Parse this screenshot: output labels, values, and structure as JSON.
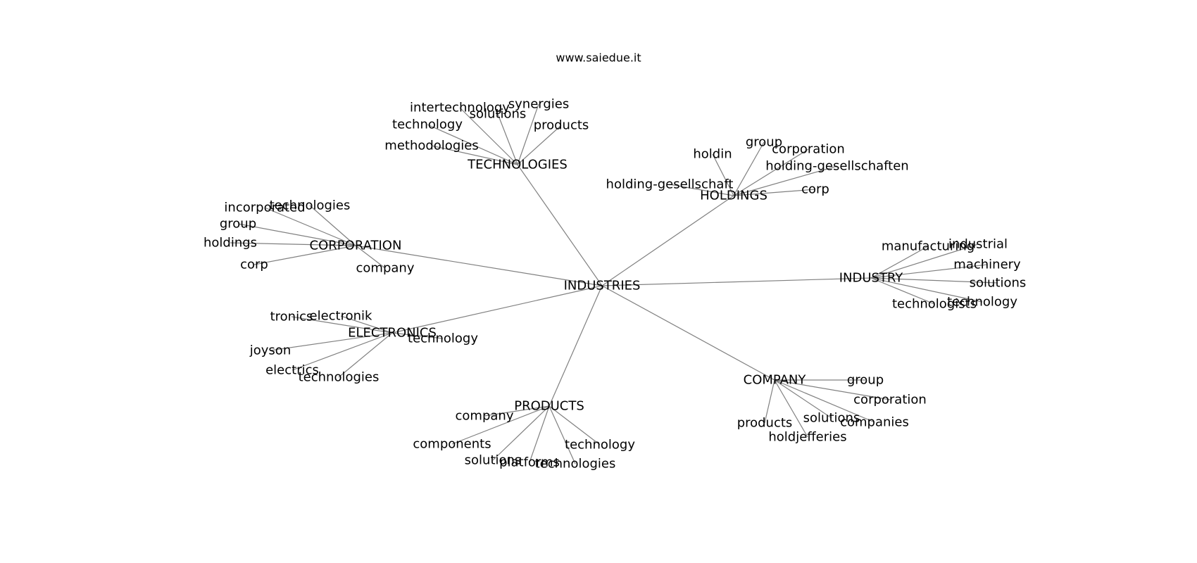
{
  "site": "www.saiedue.it",
  "root": "INDUSTRIES",
  "groups": [
    {
      "hub": "TECHNOLOGIES",
      "leaves": [
        "intertechnology",
        "synergies",
        "solutions",
        "technology",
        "products",
        "methodologies"
      ]
    },
    {
      "hub": "HOLDINGS",
      "leaves": [
        "holdin",
        "group",
        "corporation",
        "holding-gesellschaften",
        "holding-gesellschaft",
        "corp"
      ]
    },
    {
      "hub": "CORPORATION",
      "leaves": [
        "incorporated",
        "technologies",
        "group",
        "holdings",
        "corp",
        "company"
      ]
    },
    {
      "hub": "INDUSTRY",
      "leaves": [
        "manufacturing",
        "industrial",
        "machinery",
        "solutions",
        "technologists",
        "technology"
      ]
    },
    {
      "hub": "ELECTRONICS",
      "leaves": [
        "tronics",
        "electronik",
        "technology",
        "joyson",
        "electrics",
        "technologies"
      ]
    },
    {
      "hub": "COMPANY",
      "leaves": [
        "group",
        "corporation",
        "solutions",
        "companies",
        "products",
        "holdjefferies"
      ]
    },
    {
      "hub": "PRODUCTS",
      "leaves": [
        "company",
        "components",
        "technology",
        "solutions",
        "platforms",
        "technologies"
      ]
    }
  ]
}
